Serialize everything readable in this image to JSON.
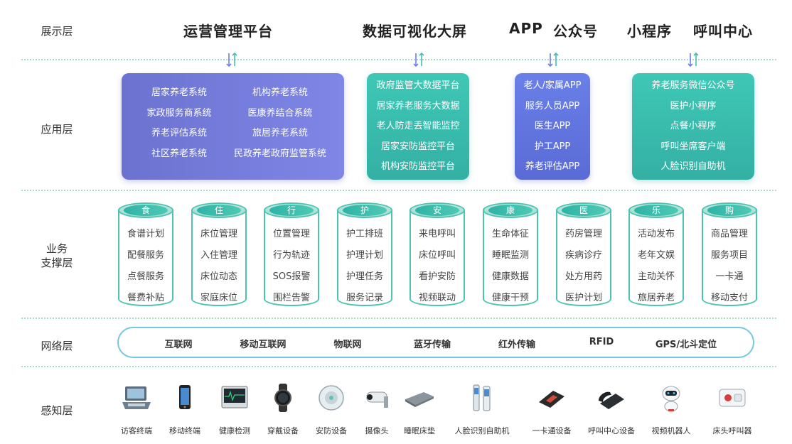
{
  "layers": {
    "display": "展示层",
    "app": "应用层",
    "business_1": "业务",
    "business_2": "支撑层",
    "network": "网络层",
    "sense": "感知层"
  },
  "display_items": [
    "运营管理平台",
    "数据可视化大屏",
    "APP",
    "公众号",
    "小程序",
    "呼叫中心"
  ],
  "apps": {
    "box1": {
      "col1": [
        "居家养老系统",
        "家政服务商系统",
        "养老评估系统",
        "社区养老系统"
      ],
      "col2": [
        "机构养老系统",
        "医康养结合系统",
        "旅居养老系统",
        "民政养老政府监管系统"
      ]
    },
    "box2": [
      "政府监管大数据平台",
      "居家养老服务大数据",
      "老人防走丢智能监控",
      "居家安防监控平台",
      "机构安防监控平台"
    ],
    "box3": [
      "老人/家属APP",
      "服务人员APP",
      "医生APP",
      "护工APP",
      "养老评估APP"
    ],
    "box4": [
      "养老服务微信公众号",
      "医护小程序",
      "点餐小程序",
      "呼叫坐席客户端",
      "人脸识别自助机"
    ]
  },
  "business": [
    {
      "cap": "食",
      "items": [
        "食谱计划",
        "配餐服务",
        "点餐服务",
        "餐费补贴"
      ]
    },
    {
      "cap": "住",
      "items": [
        "床位管理",
        "入住管理",
        "床位动态",
        "家庭床位"
      ]
    },
    {
      "cap": "行",
      "items": [
        "位置管理",
        "行为轨迹",
        "SOS报警",
        "围栏告警"
      ]
    },
    {
      "cap": "护",
      "items": [
        "护工排班",
        "护理计划",
        "护理任务",
        "服务记录"
      ]
    },
    {
      "cap": "安",
      "items": [
        "来电呼叫",
        "床位呼叫",
        "看护安防",
        "视频联动"
      ]
    },
    {
      "cap": "康",
      "items": [
        "生命体征",
        "睡眠监测",
        "健康数据",
        "健康干预"
      ]
    },
    {
      "cap": "医",
      "items": [
        "药房管理",
        "疾病诊疗",
        "处方用药",
        "医护计划"
      ]
    },
    {
      "cap": "乐",
      "items": [
        "活动发布",
        "老年文娱",
        "主动关怀",
        "旅居养老"
      ]
    },
    {
      "cap": "购",
      "items": [
        "商品管理",
        "服务项目",
        "一卡通",
        "移动支付"
      ]
    }
  ],
  "network": [
    "互联网",
    "移动互联网",
    "物联网",
    "蓝牙传输",
    "红外传输",
    "RFID",
    "GPS/北斗定位"
  ],
  "devices": [
    {
      "label": "访客终端",
      "icon": "visitor-terminal-icon"
    },
    {
      "label": "移动终端",
      "icon": "mobile-phone-icon"
    },
    {
      "label": "健康检测",
      "icon": "health-monitor-icon"
    },
    {
      "label": "穿戴设备",
      "icon": "smartwatch-icon"
    },
    {
      "label": "安防设备",
      "icon": "security-sensor-icon"
    },
    {
      "label": "摄像头",
      "icon": "camera-icon"
    },
    {
      "label": "睡眠床垫",
      "icon": "sleep-mattress-icon"
    },
    {
      "label": "人脸识别自助机",
      "icon": "face-kiosk-icon"
    },
    {
      "label": "一卡通设备",
      "icon": "card-reader-icon"
    },
    {
      "label": "呼叫中心设备",
      "icon": "desk-phone-icon"
    },
    {
      "label": "视频机器人",
      "icon": "robot-icon"
    },
    {
      "label": "床头呼叫器",
      "icon": "bedside-caller-icon"
    }
  ],
  "colors": {
    "dotted_line": "#a7dccf",
    "purple_box": "#7077d6",
    "teal_box": "#3bbdaf",
    "blue_box": "#6577e0",
    "cylinder": "#4cc2b1",
    "network_border": "#72c9e0"
  }
}
